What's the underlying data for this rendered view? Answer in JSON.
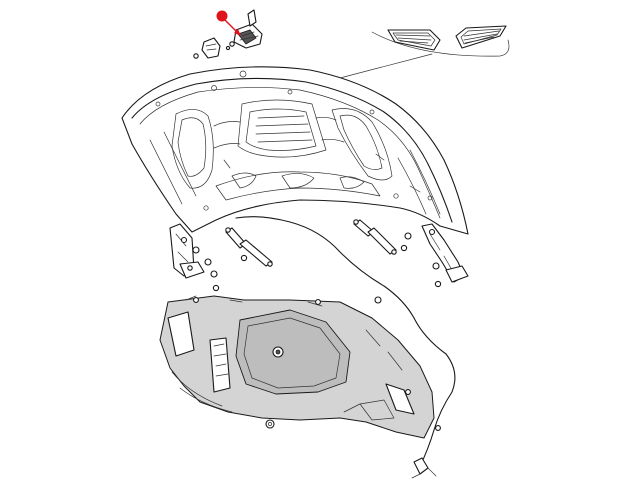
{
  "diagram": {
    "marker_color": "#e0141c",
    "line_color": "#1a1a1a",
    "insulator_shade": "#d4d4d4",
    "parts": [
      {
        "name": "hood-panel",
        "icon": "hood-outline"
      },
      {
        "name": "hood-scoop-vents",
        "icon": "vent-pair"
      },
      {
        "name": "hood-latch-assembly",
        "icon": "latch"
      },
      {
        "name": "latch-bracket",
        "icon": "bracket"
      },
      {
        "name": "hood-hinge-left",
        "icon": "hinge"
      },
      {
        "name": "hood-hinge-right",
        "icon": "hinge"
      },
      {
        "name": "lift-support-left",
        "icon": "strut"
      },
      {
        "name": "lift-support-right",
        "icon": "strut"
      },
      {
        "name": "hood-insulator",
        "icon": "insulator-pad"
      },
      {
        "name": "washer-hose",
        "icon": "hose"
      }
    ],
    "highlighted_part": "hood-latch-assembly"
  }
}
